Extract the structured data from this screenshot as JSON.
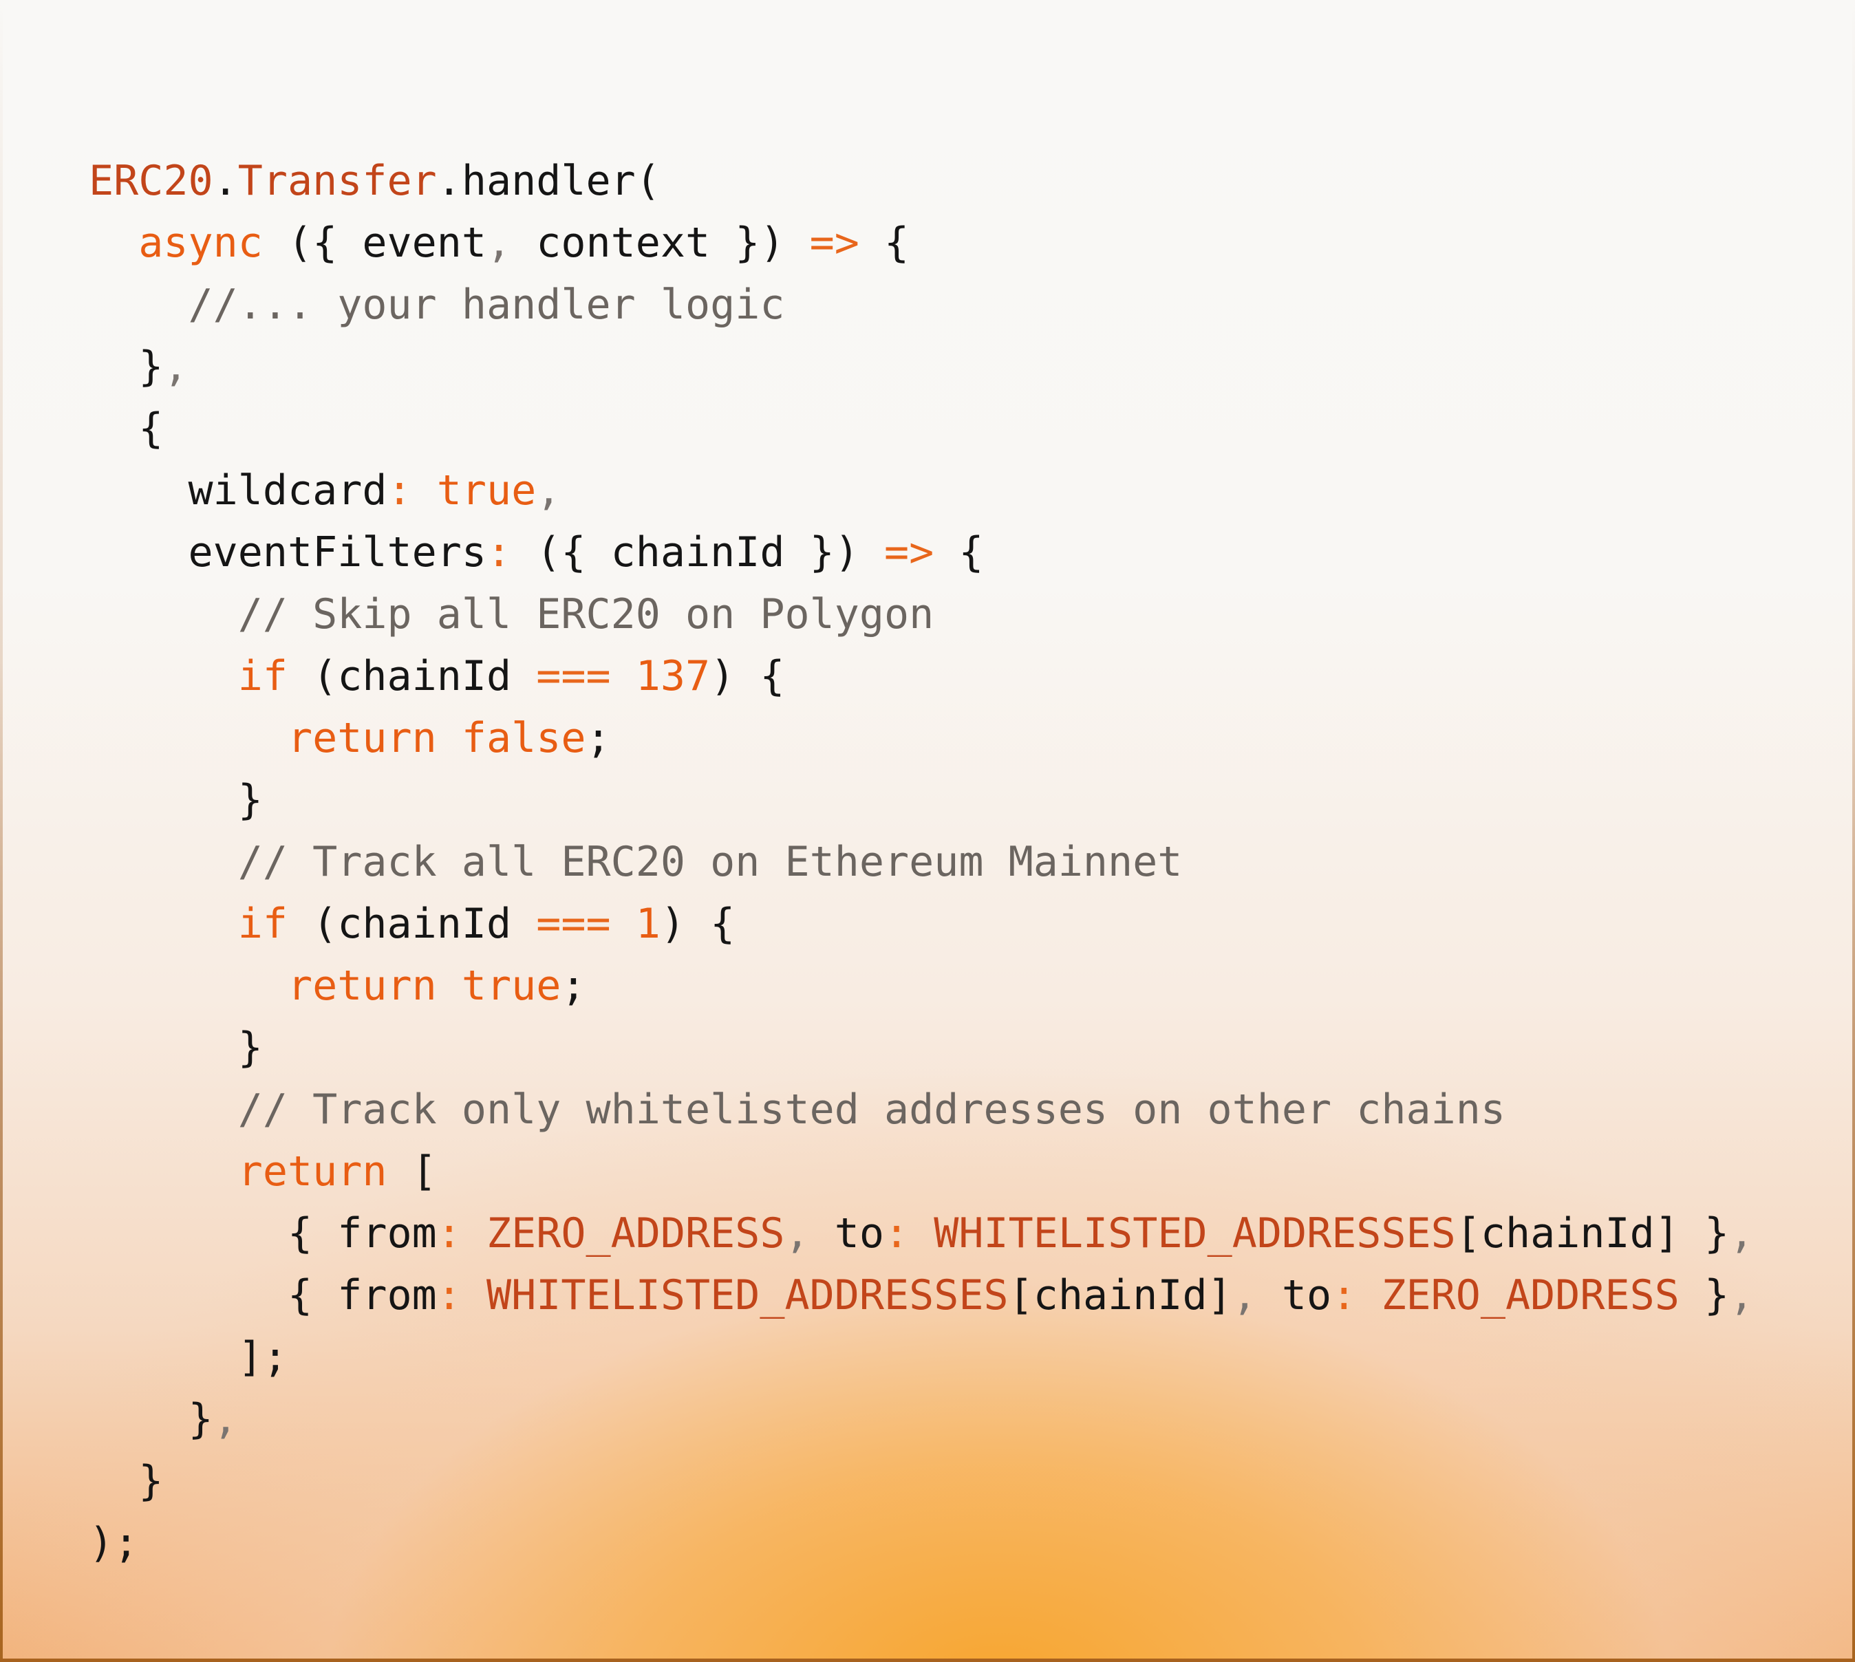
{
  "colors": {
    "background_top": "#f9f8f6",
    "background_bottom": "#f7a630",
    "plain": "#151515",
    "identifier": "#c2451a",
    "keyword": "#e85d13",
    "operator": "#e8661b",
    "comment": "#6b6560",
    "border": "#a8621e"
  },
  "code": {
    "language": "typescript",
    "lines": [
      {
        "indent": "",
        "tokens": [
          {
            "t": "ERC20",
            "k": "ident"
          },
          {
            "t": ".",
            "k": "plain"
          },
          {
            "t": "Transfer",
            "k": "ident"
          },
          {
            "t": ".handler(",
            "k": "plain"
          }
        ]
      },
      {
        "indent": "  ",
        "tokens": [
          {
            "t": "async",
            "k": "kw"
          },
          {
            "t": " ({ event",
            "k": "plain"
          },
          {
            "t": ",",
            "k": "punct"
          },
          {
            "t": " context }) ",
            "k": "plain"
          },
          {
            "t": "=>",
            "k": "op"
          },
          {
            "t": " {",
            "k": "plain"
          }
        ]
      },
      {
        "indent": "    ",
        "tokens": [
          {
            "t": "//... your handler logic",
            "k": "comment"
          }
        ]
      },
      {
        "indent": "  ",
        "tokens": [
          {
            "t": "}",
            "k": "plain"
          },
          {
            "t": ",",
            "k": "punct"
          }
        ]
      },
      {
        "indent": "  ",
        "tokens": [
          {
            "t": "{",
            "k": "plain"
          }
        ]
      },
      {
        "indent": "    ",
        "tokens": [
          {
            "t": "wildcard",
            "k": "plain"
          },
          {
            "t": ":",
            "k": "op"
          },
          {
            "t": " ",
            "k": "plain"
          },
          {
            "t": "true",
            "k": "kw"
          },
          {
            "t": ",",
            "k": "punct"
          }
        ]
      },
      {
        "indent": "    ",
        "tokens": [
          {
            "t": "eventFilters",
            "k": "plain"
          },
          {
            "t": ":",
            "k": "op"
          },
          {
            "t": " ({ chainId }) ",
            "k": "plain"
          },
          {
            "t": "=>",
            "k": "op"
          },
          {
            "t": " {",
            "k": "plain"
          }
        ]
      },
      {
        "indent": "      ",
        "tokens": [
          {
            "t": "// Skip all ERC20 on Polygon",
            "k": "comment"
          }
        ]
      },
      {
        "indent": "      ",
        "tokens": [
          {
            "t": "if",
            "k": "kw"
          },
          {
            "t": " (chainId ",
            "k": "plain"
          },
          {
            "t": "===",
            "k": "op"
          },
          {
            "t": " ",
            "k": "plain"
          },
          {
            "t": "137",
            "k": "kw"
          },
          {
            "t": ") {",
            "k": "plain"
          }
        ]
      },
      {
        "indent": "        ",
        "tokens": [
          {
            "t": "return",
            "k": "kw"
          },
          {
            "t": " ",
            "k": "plain"
          },
          {
            "t": "false",
            "k": "kw"
          },
          {
            "t": ";",
            "k": "plain"
          }
        ]
      },
      {
        "indent": "      ",
        "tokens": [
          {
            "t": "}",
            "k": "plain"
          }
        ]
      },
      {
        "indent": "      ",
        "tokens": [
          {
            "t": "// Track all ERC20 on Ethereum Mainnet",
            "k": "comment"
          }
        ]
      },
      {
        "indent": "      ",
        "tokens": [
          {
            "t": "if",
            "k": "kw"
          },
          {
            "t": " (chainId ",
            "k": "plain"
          },
          {
            "t": "===",
            "k": "op"
          },
          {
            "t": " ",
            "k": "plain"
          },
          {
            "t": "1",
            "k": "kw"
          },
          {
            "t": ") {",
            "k": "plain"
          }
        ]
      },
      {
        "indent": "        ",
        "tokens": [
          {
            "t": "return",
            "k": "kw"
          },
          {
            "t": " ",
            "k": "plain"
          },
          {
            "t": "true",
            "k": "kw"
          },
          {
            "t": ";",
            "k": "plain"
          }
        ]
      },
      {
        "indent": "      ",
        "tokens": [
          {
            "t": "}",
            "k": "plain"
          }
        ]
      },
      {
        "indent": "      ",
        "tokens": [
          {
            "t": "// Track only whitelisted addresses on other chains",
            "k": "comment"
          }
        ]
      },
      {
        "indent": "      ",
        "tokens": [
          {
            "t": "return",
            "k": "kw"
          },
          {
            "t": " [",
            "k": "plain"
          }
        ]
      },
      {
        "indent": "        ",
        "tokens": [
          {
            "t": "{ from",
            "k": "plain"
          },
          {
            "t": ":",
            "k": "op"
          },
          {
            "t": " ",
            "k": "plain"
          },
          {
            "t": "ZERO_ADDRESS",
            "k": "ident"
          },
          {
            "t": ",",
            "k": "punct"
          },
          {
            "t": " to",
            "k": "plain"
          },
          {
            "t": ":",
            "k": "op"
          },
          {
            "t": " ",
            "k": "plain"
          },
          {
            "t": "WHITELISTED_ADDRESSES",
            "k": "ident"
          },
          {
            "t": "[chainId] }",
            "k": "plain"
          },
          {
            "t": ",",
            "k": "punct"
          }
        ]
      },
      {
        "indent": "        ",
        "tokens": [
          {
            "t": "{ from",
            "k": "plain"
          },
          {
            "t": ":",
            "k": "op"
          },
          {
            "t": " ",
            "k": "plain"
          },
          {
            "t": "WHITELISTED_ADDRESSES",
            "k": "ident"
          },
          {
            "t": "[chainId]",
            "k": "plain"
          },
          {
            "t": ",",
            "k": "punct"
          },
          {
            "t": " to",
            "k": "plain"
          },
          {
            "t": ":",
            "k": "op"
          },
          {
            "t": " ",
            "k": "plain"
          },
          {
            "t": "ZERO_ADDRESS",
            "k": "ident"
          },
          {
            "t": " }",
            "k": "plain"
          },
          {
            "t": ",",
            "k": "punct"
          }
        ]
      },
      {
        "indent": "      ",
        "tokens": [
          {
            "t": "];",
            "k": "plain"
          }
        ]
      },
      {
        "indent": "    ",
        "tokens": [
          {
            "t": "}",
            "k": "plain"
          },
          {
            "t": ",",
            "k": "punct"
          }
        ]
      },
      {
        "indent": "  ",
        "tokens": [
          {
            "t": "}",
            "k": "plain"
          }
        ]
      },
      {
        "indent": "",
        "tokens": [
          {
            "t": ");",
            "k": "plain"
          }
        ]
      }
    ]
  }
}
